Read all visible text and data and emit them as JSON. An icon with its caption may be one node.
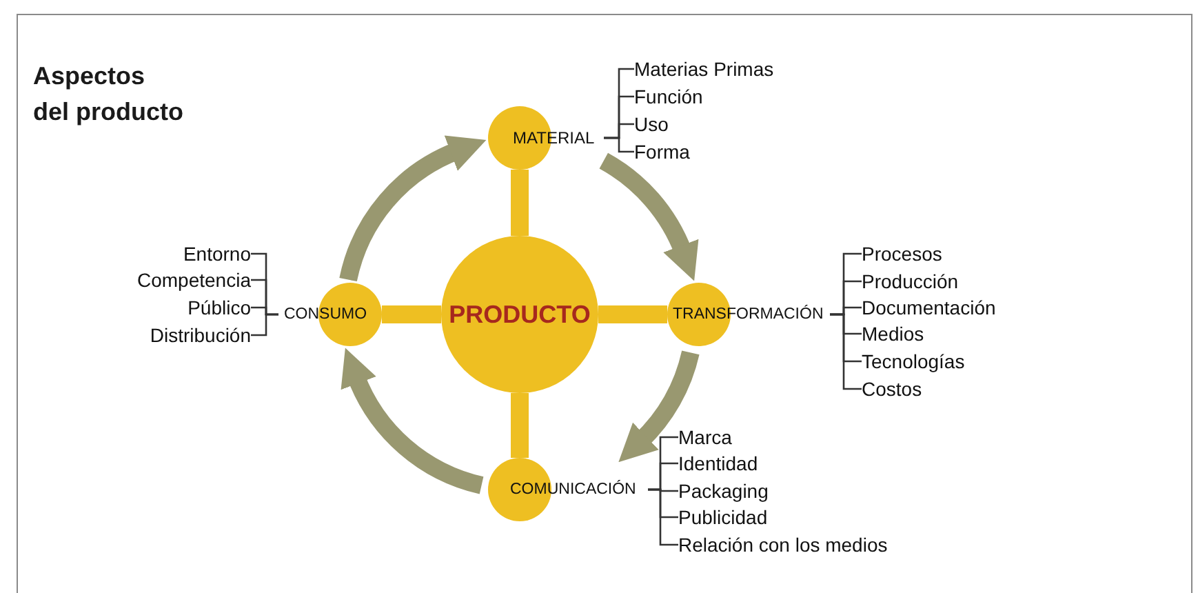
{
  "diagram": {
    "title": "Aspectos del producto",
    "nodes": [
      {
        "text": [
          "PRODUCTO"
        ]
      },
      {
        "text": [
          "MATERIAL"
        ]
      },
      {
        "text": [
          "TRANSFORMACIÓN"
        ]
      },
      {
        "text": [
          "COMUNICACIÓN"
        ]
      },
      {
        "text": [
          "CONSUMO"
        ]
      },
      {
        "text": [
          "Materias Primas"
        ]
      },
      {
        "text": [
          "Función"
        ]
      },
      {
        "text": [
          "Uso"
        ]
      },
      {
        "text": [
          "Forma"
        ]
      },
      {
        "text": [
          "Procesos"
        ]
      },
      {
        "text": [
          "Producción"
        ]
      },
      {
        "text": [
          "Documentación"
        ]
      },
      {
        "text": [
          "Medios"
        ]
      },
      {
        "text": [
          "Tecnologías"
        ]
      },
      {
        "text": [
          "Costos"
        ]
      },
      {
        "text": [
          "Marca"
        ]
      },
      {
        "text": [
          "Identidad"
        ]
      },
      {
        "text": [
          "Packaging"
        ]
      },
      {
        "text": [
          "Publicidad"
        ]
      },
      {
        "text": [
          "Relación con los medios"
        ]
      },
      {
        "text": [
          "Entorno"
        ]
      },
      {
        "text": [
          "Competencia"
        ]
      },
      {
        "text": [
          "Público"
        ]
      },
      {
        "text": [
          "Distribución"
        ]
      }
    ],
    "edges": [
      {
        "from": 0,
        "to": 1,
        "arrow": "none",
        "style": "thick",
        "color": "#eebf22"
      },
      {
        "from": 0,
        "to": 2,
        "arrow": "none",
        "style": "thick",
        "color": "#eebf22"
      },
      {
        "from": 0,
        "to": 3,
        "arrow": "none",
        "style": "thick",
        "color": "#eebf22"
      },
      {
        "from": 0,
        "to": 4,
        "arrow": "none",
        "style": "thick",
        "color": "#eebf22"
      },
      {
        "from": 1,
        "to": 2,
        "arrow": "to",
        "style": "thick",
        "color": "#999870"
      },
      {
        "from": 2,
        "to": 3,
        "arrow": "to",
        "style": "thick",
        "color": "#999870"
      },
      {
        "from": 3,
        "to": 4,
        "arrow": "to",
        "style": "thick",
        "color": "#999870"
      },
      {
        "from": 4,
        "to": 1,
        "arrow": "to",
        "style": "thick",
        "color": "#999870"
      },
      {
        "from": 1,
        "to": 5,
        "arrow": "none"
      },
      {
        "from": 1,
        "to": 6,
        "arrow": "none"
      },
      {
        "from": 1,
        "to": 7,
        "arrow": "none"
      },
      {
        "from": 1,
        "to": 8,
        "arrow": "none"
      },
      {
        "from": 2,
        "to": 9,
        "arrow": "none"
      },
      {
        "from": 2,
        "to": 10,
        "arrow": "none"
      },
      {
        "from": 2,
        "to": 11,
        "arrow": "none"
      },
      {
        "from": 2,
        "to": 12,
        "arrow": "none"
      },
      {
        "from": 2,
        "to": 13,
        "arrow": "none"
      },
      {
        "from": 2,
        "to": 14,
        "arrow": "none"
      },
      {
        "from": 3,
        "to": 15,
        "arrow": "none"
      },
      {
        "from": 3,
        "to": 16,
        "arrow": "none"
      },
      {
        "from": 3,
        "to": 17,
        "arrow": "none"
      },
      {
        "from": 3,
        "to": 18,
        "arrow": "none"
      },
      {
        "from": 3,
        "to": 19,
        "arrow": "none"
      },
      {
        "from": 4,
        "to": 20,
        "arrow": "none"
      },
      {
        "from": 4,
        "to": 21,
        "arrow": "none"
      },
      {
        "from": 4,
        "to": 22,
        "arrow": "none"
      },
      {
        "from": 4,
        "to": 23,
        "arrow": "none"
      }
    ]
  }
}
